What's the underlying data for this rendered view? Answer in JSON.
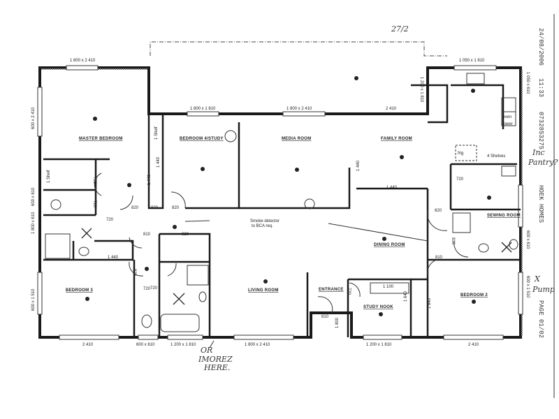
{
  "fax_header": {
    "date": "24/08/2006",
    "time": "11:33",
    "phone": "0732853275",
    "sender": "HOEK HOMES",
    "page": "PAGE 01/02"
  },
  "rooms": {
    "master_bedroom": "MASTER BEDROOM",
    "bedroom4": "BEDROOM 4/STUDY",
    "media_room": "MEDIA ROOM",
    "family_room": "FAMILY ROOM",
    "dining_room": "DINING ROOM",
    "living_room": "LIVING ROOM",
    "entrance": "ENTRANCE",
    "study_nook": "STUDY NOOK",
    "bedroom3": "BEDROOM 3",
    "bedroom2": "BEDROOM 2",
    "sewing_room": "SEWING ROOM"
  },
  "fixtures": {
    "frig": "frig",
    "shelves": "4 Shelves",
    "oven": "oven",
    "tower": "tower",
    "shelf_master": "1 Shelf",
    "shelf_bed4": "1 Shelf"
  },
  "windows": {
    "master_top": "1 800 x 2 410",
    "bed4_top": "1 800 x 1 810",
    "media_top": "1 800 x 2 410",
    "family_top": "2 410",
    "kitchen_top": "1 050 x 1 810",
    "kitchen_left": "1 200 x 1 810",
    "kitchen_right": "1 050 x 610",
    "left_upper": "600 x 2 410",
    "left_mid": "600 x 610",
    "left_mid2": "1 800 x 610",
    "left_lower": "600 x 1 510",
    "right_sewing": "600 x 610",
    "right_bed2": "600 x 1 510",
    "bottom_bed3": "2 410",
    "bottom_wc": "600 x 610",
    "bottom_bath": "1 200 x 1 810",
    "bottom_living": "1 800 x 2 410",
    "bottom_study": "1 200 x 1 810",
    "bottom_bed2": "2 410"
  },
  "doors": {
    "d1": "720",
    "d2": "720",
    "d3": "820",
    "d4": "820",
    "d5": "820",
    "d6": "810",
    "d7": "820",
    "d8": "820",
    "d9": "720",
    "d10": "810",
    "d11": "720",
    "d12": "810",
    "d13": "820",
    "d14": "720",
    "d15": "810",
    "d16": "720",
    "d17": "720"
  },
  "robes": {
    "r1": "1 440",
    "r2": "1 440",
    "r3": "1 440",
    "r4": "1 440",
    "r5": "1 440",
    "r6": "1 100",
    "r7": "1 640",
    "r8": "1 640",
    "entry_robe": "1 800"
  },
  "notes": {
    "smoke_line1": "Smoke detector",
    "smoke_line2": "to BCA req."
  },
  "handwritten": {
    "top": "27/2",
    "pantry_1": "Inc",
    "pantry_2": "Pantry?",
    "pump_1": "X",
    "pump_2": "Pump",
    "bottom_1": "OR",
    "bottom_2": "IMOREZ",
    "bottom_3": "HERE."
  }
}
